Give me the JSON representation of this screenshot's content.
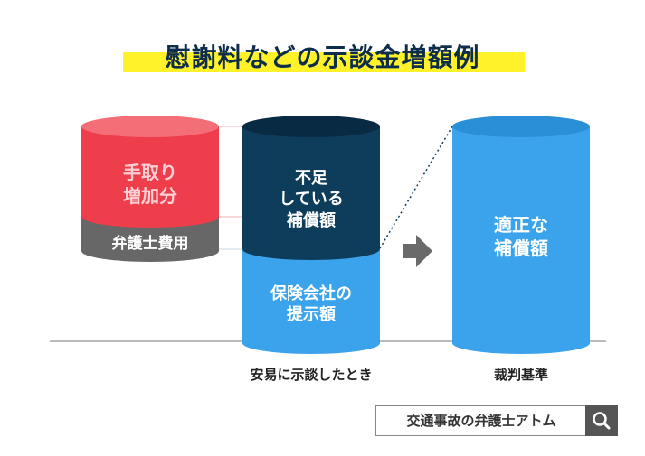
{
  "title": "慰謝料などの示談金増額例",
  "left_column": {
    "top_label_line1": "手取り",
    "top_label_line2": "増加分",
    "bottom_label": "弁護士費用"
  },
  "middle_column": {
    "top_label_line1": "不足",
    "top_label_line2": "している",
    "top_label_line3": "補償額",
    "bottom_label_line1": "保険会社の",
    "bottom_label_line2": "提示額",
    "caption": "安易に示談したとき"
  },
  "right_column": {
    "label_line1": "適正な",
    "label_line2": "補償額",
    "caption": "裁判基準"
  },
  "search": {
    "text": "交通事故の弁護士アトム"
  },
  "colors": {
    "red": "#ee3d4b",
    "gray": "#676767",
    "navy": "#0e3d5c",
    "blue": "#3aa3ec",
    "arrow": "#6a6a6a"
  }
}
